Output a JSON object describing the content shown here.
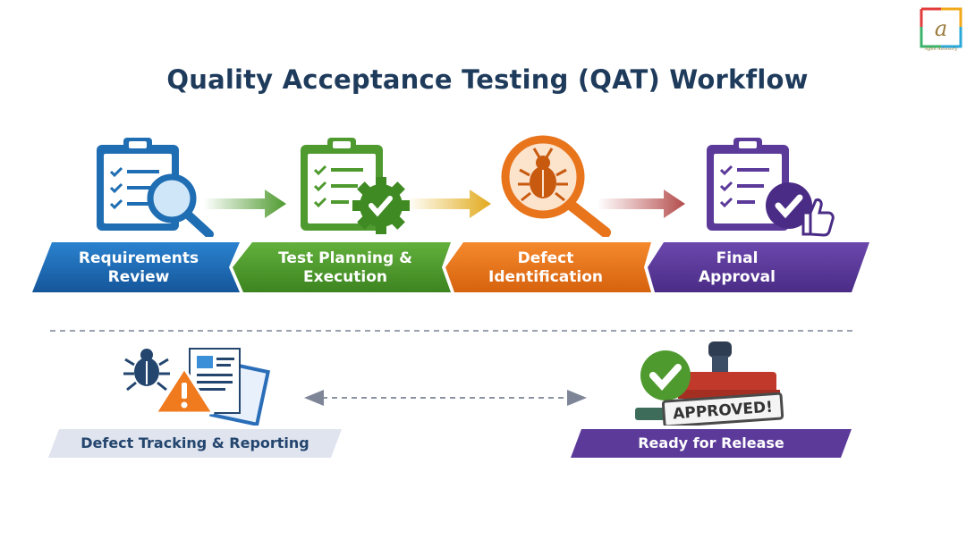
{
  "title": "Quality Acceptance Testing (QAT) Workflow",
  "logo": {
    "letter": "a",
    "caption": "Agile Advisory"
  },
  "steps": [
    {
      "label_line1": "Requirements",
      "label_line2": "Review",
      "color": "#1f6db3",
      "icon": "clipboard-magnifier-icon"
    },
    {
      "label_line1": "Test Planning &",
      "label_line2": "Execution",
      "color": "#4f9a2f",
      "icon": "clipboard-gear-check-icon"
    },
    {
      "label_line1": "Defect",
      "label_line2": "Identification",
      "color": "#e8741c",
      "icon": "bug-magnifier-icon"
    },
    {
      "label_line1": "Final",
      "label_line2": "Approval",
      "color": "#5b3a9a",
      "icon": "clipboard-thumbs-up-icon"
    }
  ],
  "bottom": {
    "left_label": "Defect Tracking & Reporting",
    "right_label": "Ready for Release",
    "stamp_text": "APPROVED!"
  }
}
